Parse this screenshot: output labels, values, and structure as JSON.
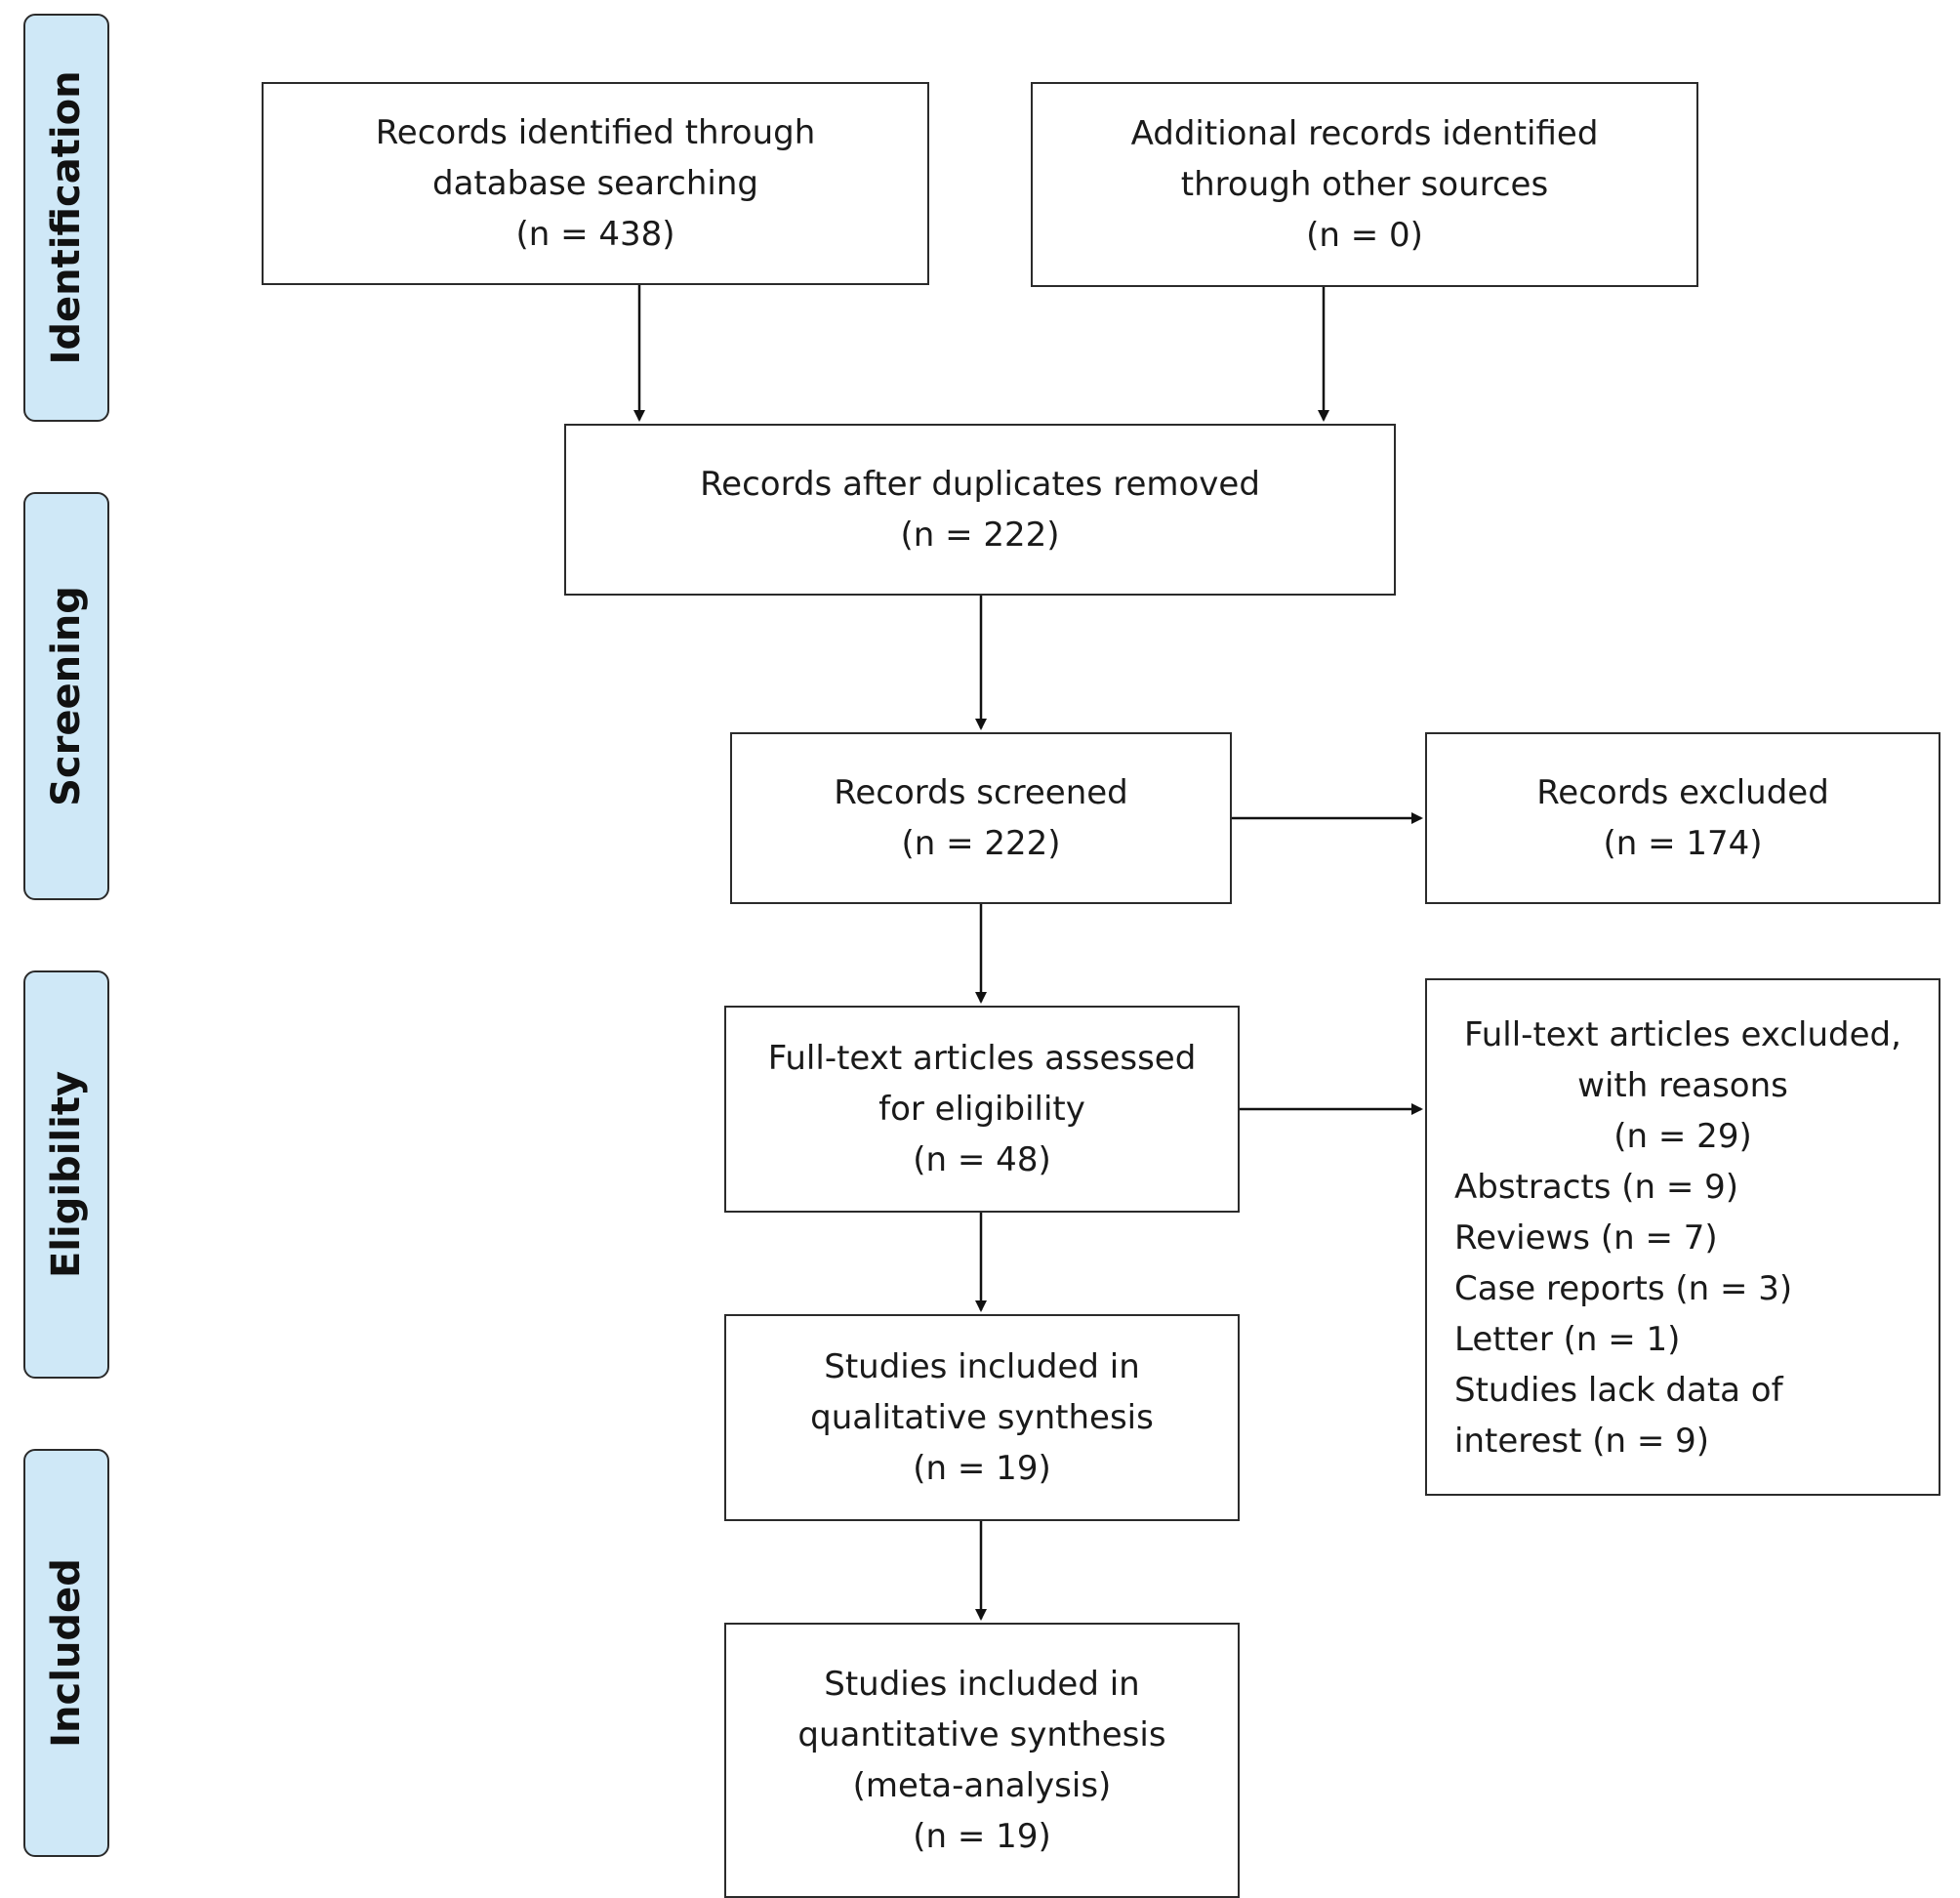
{
  "stages": {
    "identification": "Identification",
    "screening": "Screening",
    "eligibility": "Eligibility",
    "included": "Included"
  },
  "boxes": {
    "database_search": {
      "line1": "Records identified through",
      "line2": "database searching",
      "count": "(n = 438)"
    },
    "other_sources": {
      "line1": "Additional records identified",
      "line2": "through other sources",
      "count": "(n = 0)"
    },
    "duplicates_removed": {
      "line1": "Records after duplicates removed",
      "count": "(n = 222)"
    },
    "records_screened": {
      "line1": "Records screened",
      "count": "(n = 222)"
    },
    "records_excluded": {
      "line1": "Records excluded",
      "count": "(n = 174)"
    },
    "full_text_assessed": {
      "line1": "Full-text articles assessed",
      "line2": "for eligibility",
      "count": "(n = 48)"
    },
    "full_text_excluded": {
      "line1": "Full-text articles excluded,",
      "line2": "with reasons",
      "count": "(n =  29)",
      "reasons": [
        "Abstracts (n =  9)",
        "Reviews (n =  7)",
        "Case reports (n =  3)",
        "Letter (n =  1)",
        "Studies lack data of",
        "interest (n =  9)"
      ]
    },
    "qualitative": {
      "line1": "Studies included in",
      "line2": "qualitative synthesis",
      "count": "(n = 19)"
    },
    "quantitative": {
      "line1": "Studies included in",
      "line2": "quantitative synthesis",
      "line3": "(meta-analysis)",
      "count": "(n = 19)"
    }
  },
  "colors": {
    "stage_fill": "#cfe8f7",
    "stroke": "#2b2b2b"
  }
}
